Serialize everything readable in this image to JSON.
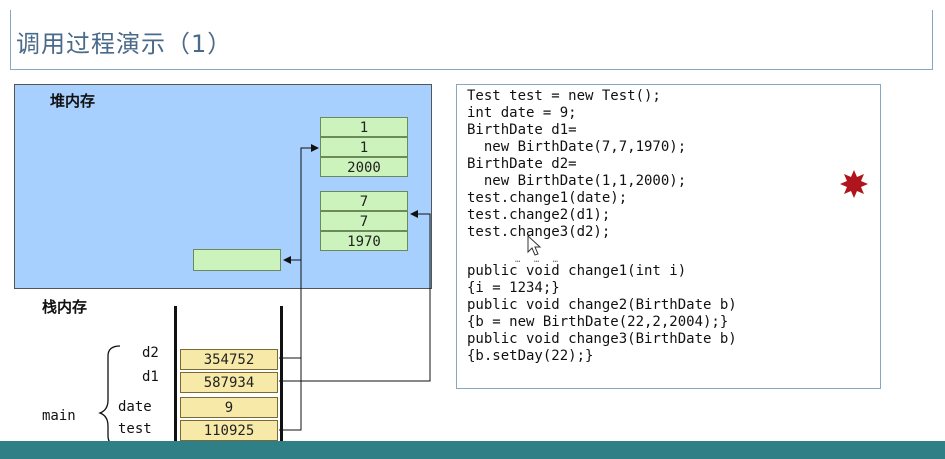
{
  "title": "调用过程演示（1）",
  "heap": {
    "label": "堆内存",
    "d2_object": [
      "1",
      "1",
      "2000"
    ],
    "d1_object": [
      "7",
      "7",
      "1970"
    ],
    "empty_value": ""
  },
  "stack": {
    "label": "栈内存",
    "frame_label": "main",
    "vars": [
      {
        "name": "d2",
        "value": "354752"
      },
      {
        "name": "d1",
        "value": "587934"
      },
      {
        "name": "date",
        "value": "9"
      },
      {
        "name": "test",
        "value": "110925"
      }
    ]
  },
  "code": {
    "lines": [
      "Test test = new Test();",
      "int date = 9;",
      "BirthDate d1=",
      "  new BirthDate(7,7,1970);",
      "BirthDate d2=",
      "  new BirthDate(1,1,2000);",
      "test.change1(date);",
      "test.change2(d1);",
      "test.change3(d2);",
      "public void change1(int i)",
      "{i = 1234;}",
      "public void change2(BirthDate b)",
      "{b = new BirthDate(22,2,2004);}",
      "public void change3(BirthDate b)",
      "{b.setDay(22);}"
    ],
    "ellipsis": "… … …"
  },
  "colors": {
    "heap_bg": "#a8d0ff",
    "heap_cell": "#ccf3bb",
    "stack_cell": "#f7eaa8",
    "marker": "#b0141c",
    "footer": "#2f7f86"
  },
  "icons": {
    "marker": "red-star-burst-icon",
    "cursor": "mouse-cursor-icon"
  }
}
